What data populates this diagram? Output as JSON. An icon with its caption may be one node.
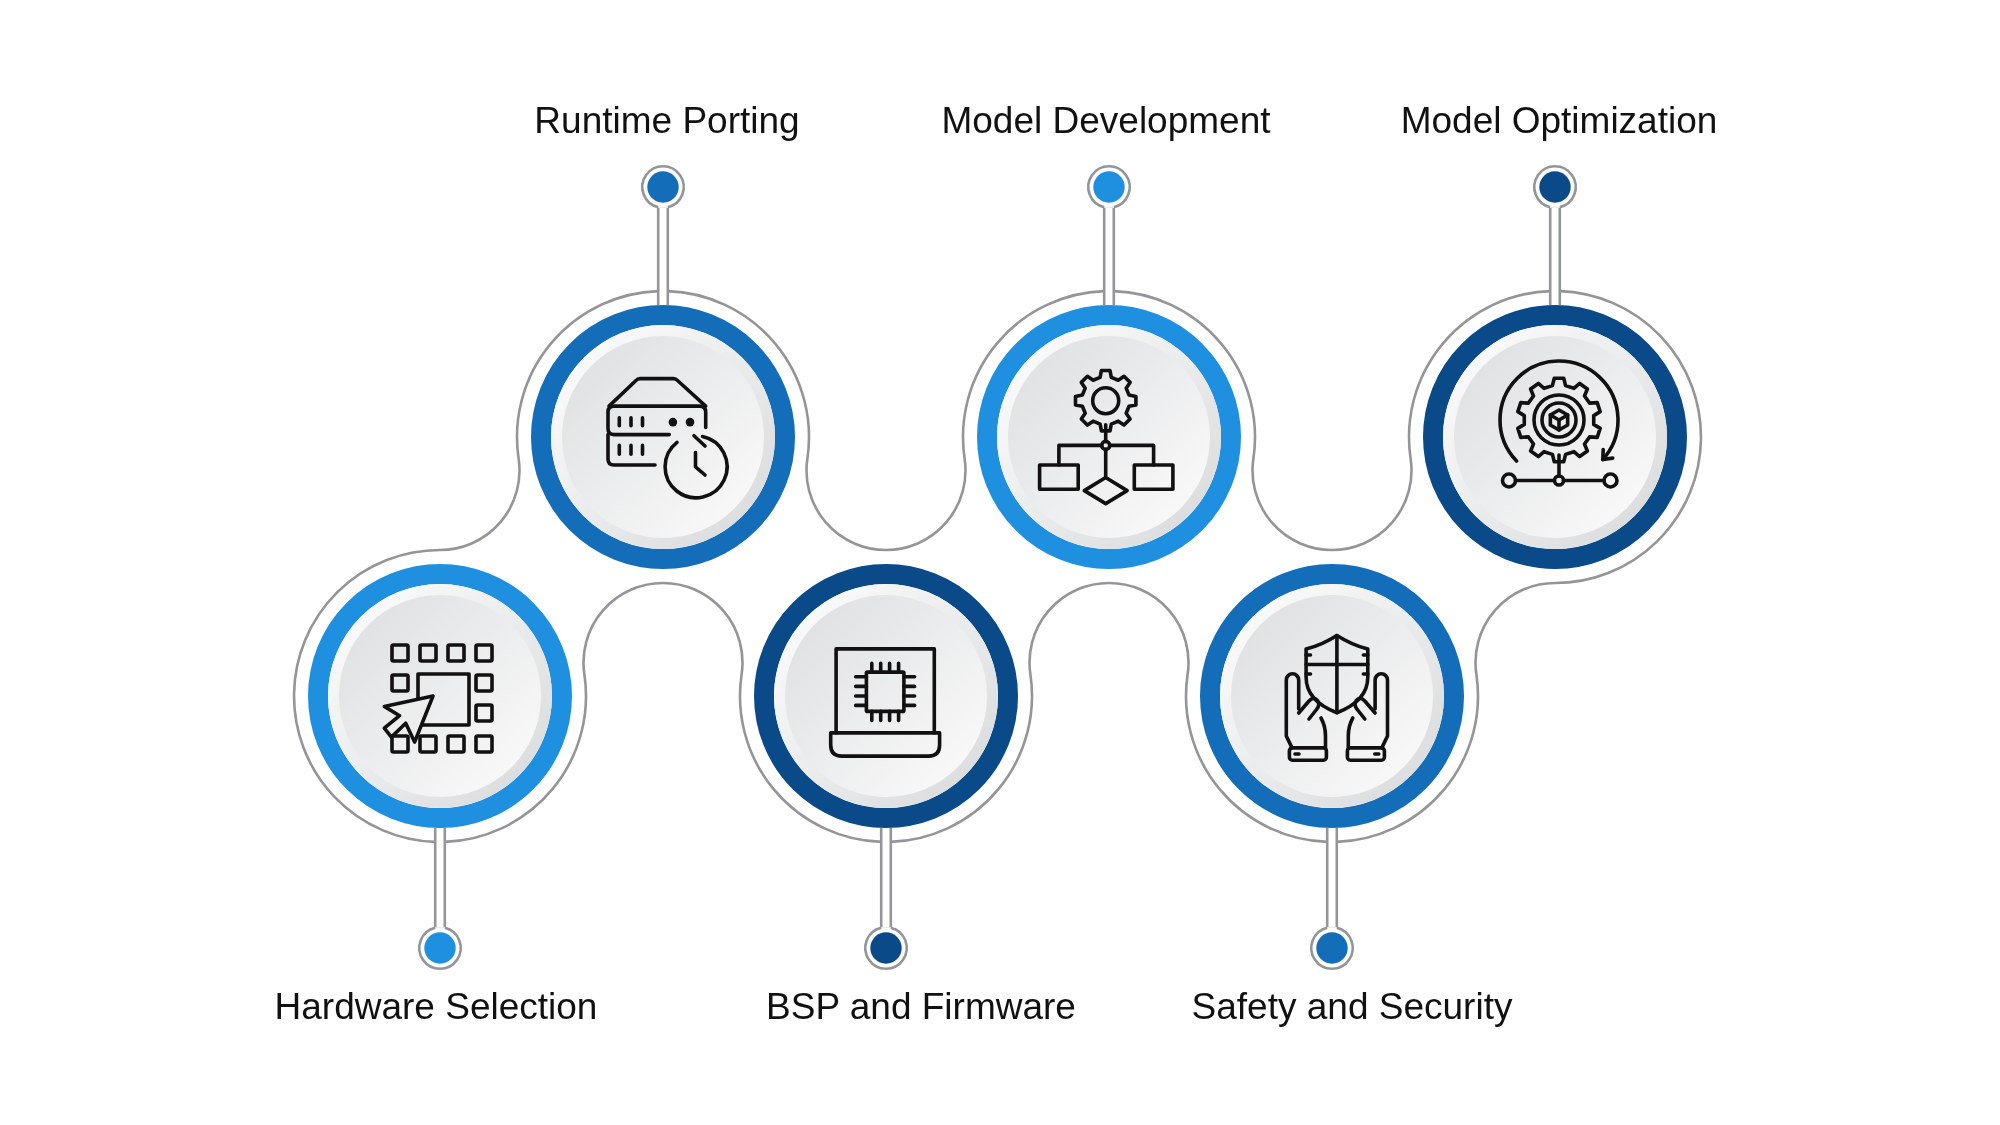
{
  "diagram": {
    "nodes": [
      {
        "text": [],
        "shape": "circle"
      },
      {
        "text": [],
        "shape": "circle",
        "beside": [
          "Hardware Selection"
        ]
      },
      {
        "text": [],
        "shape": "circle"
      },
      {
        "text": [],
        "shape": "circle",
        "beside": [
          "Runtime Porting"
        ]
      },
      {
        "text": [],
        "shape": "circle"
      },
      {
        "text": [],
        "shape": "circle",
        "beside": [
          "BSP and Firmware"
        ]
      },
      {
        "text": [],
        "shape": "circle"
      },
      {
        "text": [],
        "shape": "circle",
        "beside": [
          "Model Development"
        ]
      },
      {
        "text": [],
        "shape": "circle"
      },
      {
        "text": [],
        "shape": "circle",
        "beside": [
          "Safety and Security"
        ]
      },
      {
        "text": [],
        "shape": "circle"
      },
      {
        "text": [],
        "shape": "circle",
        "beside": [
          "Model Optimization"
        ]
      }
    ],
    "edges": [
      {
        "from": 0,
        "to": 1,
        "arrow": "none"
      },
      {
        "from": 2,
        "to": 3,
        "arrow": "none"
      },
      {
        "from": 4,
        "to": 5,
        "arrow": "none"
      },
      {
        "from": 6,
        "to": 7,
        "arrow": "none"
      },
      {
        "from": 8,
        "to": 9,
        "arrow": "none"
      },
      {
        "from": 10,
        "to": 11,
        "arrow": "none"
      }
    ]
  }
}
